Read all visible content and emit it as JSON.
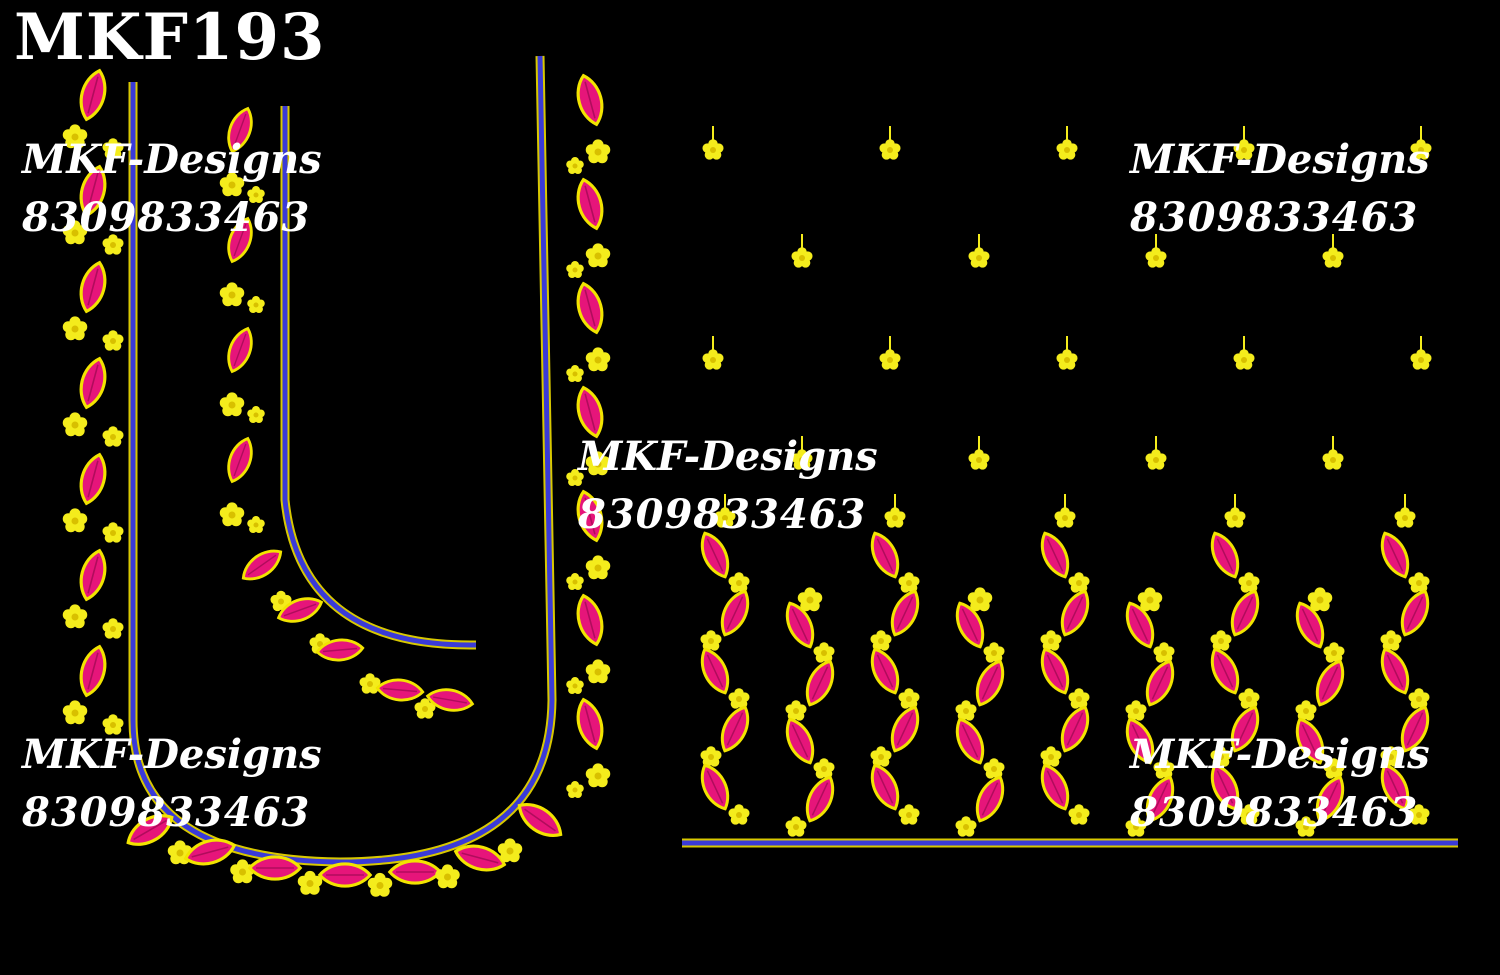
{
  "design_code": "MKF193",
  "watermarks": [
    {
      "brand": "MKF-Designs",
      "phone": "8309833463"
    },
    {
      "brand": "MKF-Designs",
      "phone": "8309833463"
    },
    {
      "brand": "MKF-Designs",
      "phone": "8309833463"
    },
    {
      "brand": "MKF-Designs",
      "phone": "8309833463"
    },
    {
      "brand": "MKF-Designs",
      "phone": "8309833463"
    }
  ],
  "colors": {
    "background": "#000000",
    "leaf": "#e6157a",
    "leaf_outline": "#f2e400",
    "flower": "#f4ec1c",
    "piping": "#3a3ad8",
    "piping_edge": "#d8c800"
  }
}
